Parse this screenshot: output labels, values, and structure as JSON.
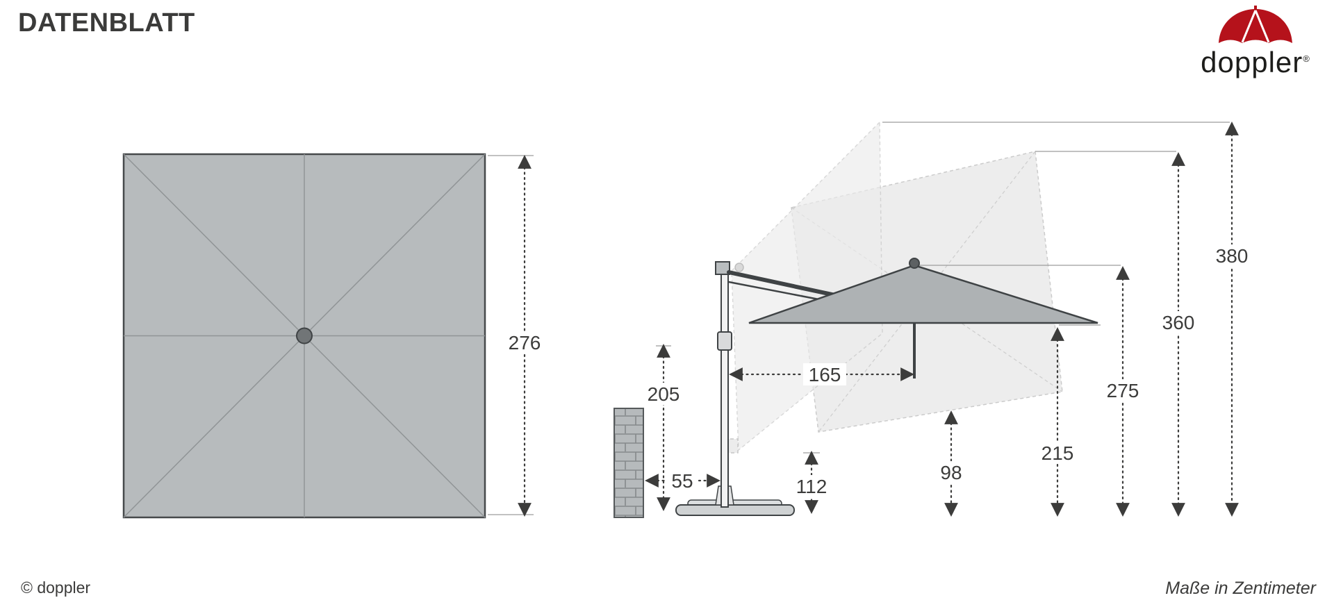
{
  "header": {
    "title": "DATENBLATT"
  },
  "logo": {
    "brand": "doppler",
    "registered": "®"
  },
  "top_view": {
    "canopy_width": "276"
  },
  "side_view": {
    "dims": {
      "mast_height": "205",
      "wall_distance": "55",
      "base_clearance": "112",
      "side_reach": "165",
      "low_clearance": "98",
      "edge_height": "215",
      "hub_height": "275",
      "tilt_height": "360",
      "total_height": "380"
    }
  },
  "footer": {
    "copyright": "© doppler",
    "units": "Maße in Zentimeter"
  },
  "colors": {
    "brand_red": "#b5121b",
    "canopy_gray": "#b6babc",
    "line_dark": "#3c3c3b"
  }
}
